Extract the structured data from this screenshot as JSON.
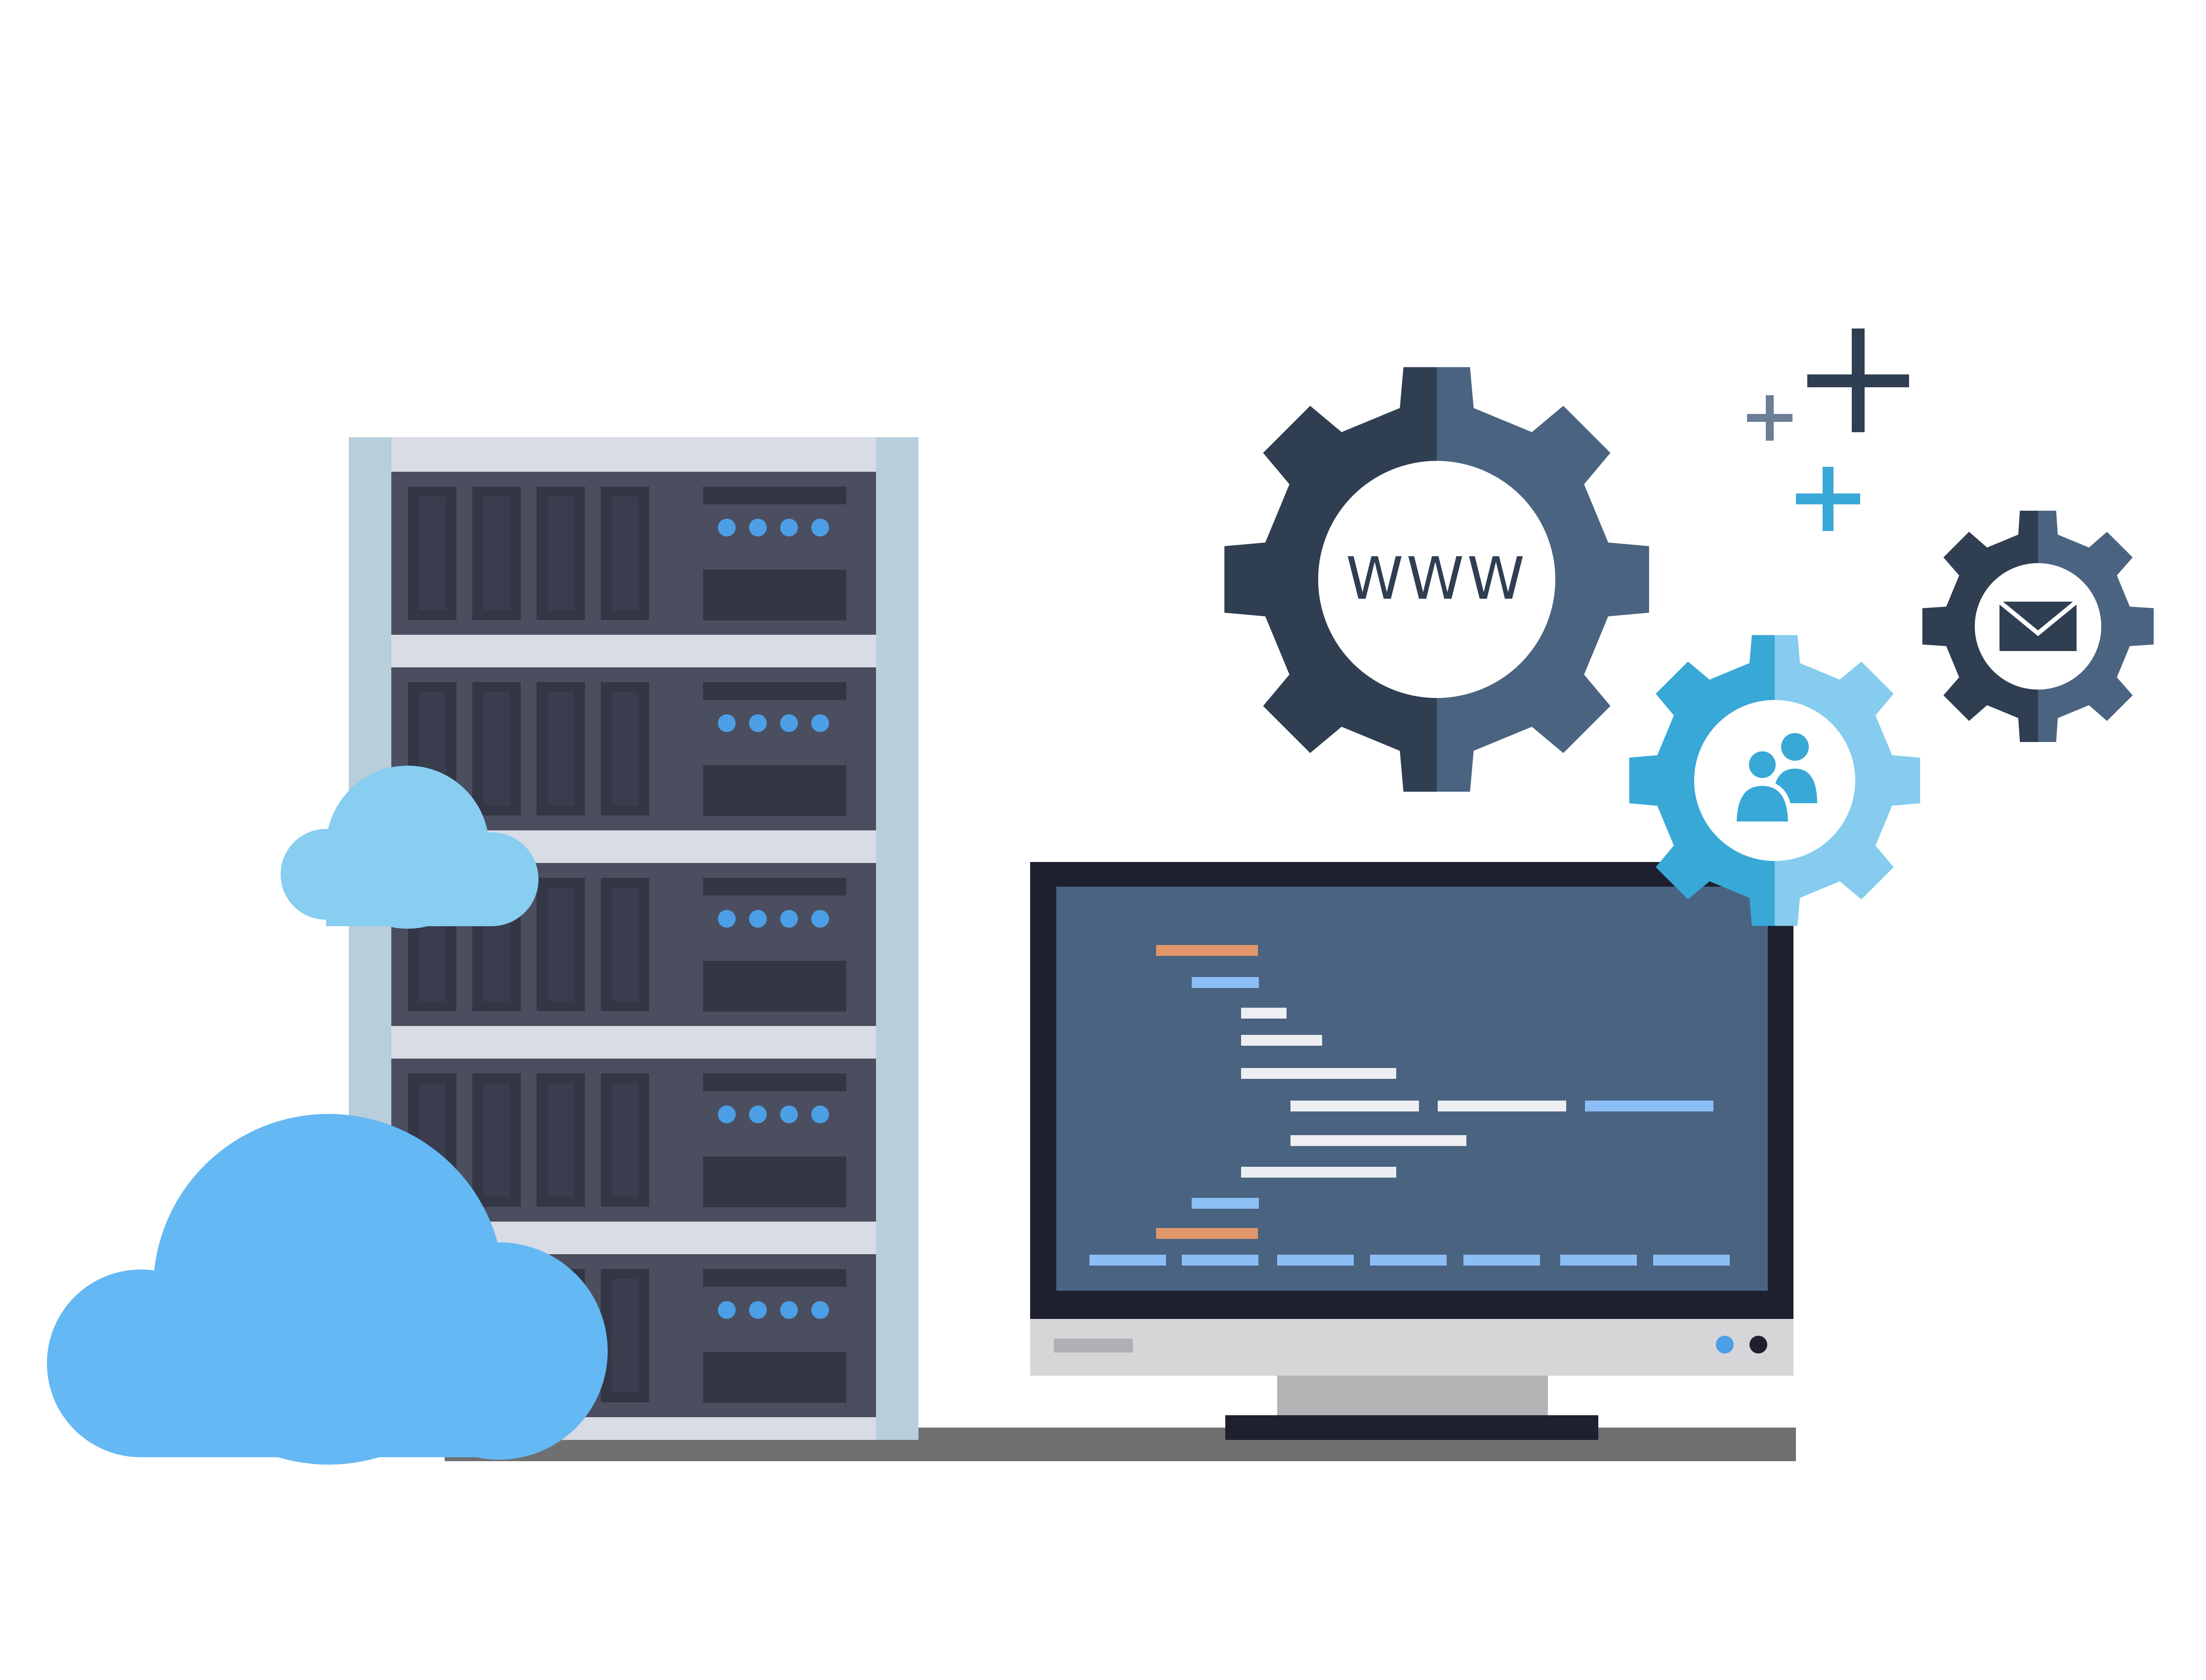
{
  "gears": {
    "web": {
      "text": "WWW",
      "icon": "www-text-icon"
    },
    "users": {
      "icon": "users-icon"
    },
    "mail": {
      "icon": "envelope-icon"
    }
  },
  "server_rack": {
    "units": 5,
    "indicator_lights_per_unit": 4
  },
  "colors": {
    "dark_navy": "#2F3E51",
    "slate_blue": "#4A6380",
    "accent_blue": "#38A8D6",
    "light_blue": "#85CCEE",
    "cloud_blue": "#64B8F4",
    "cloud_light": "#87CEF0",
    "rack_frame": "#B8CEDB",
    "rack_shelf": "#D7DCE5",
    "server_unit": "#4A4E5E",
    "server_slot": "#333644",
    "led_blue": "#4C9FE6",
    "screen": "#4A6380",
    "bezel": "#1E2030",
    "code_orange": "#E2976A",
    "code_blue": "#8CBEF6",
    "code_white": "#ECEEF2",
    "ground": "#707070"
  }
}
